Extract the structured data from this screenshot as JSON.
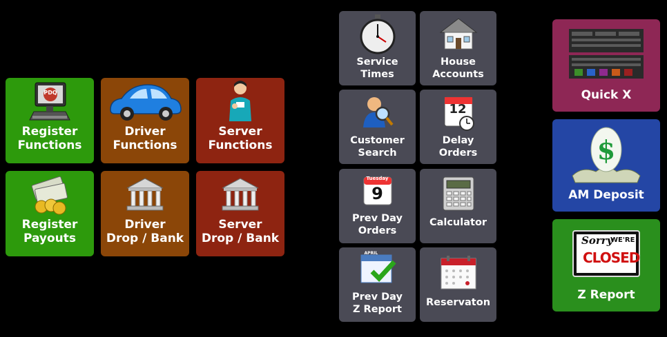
{
  "left_grid": {
    "register_functions": {
      "line1": "Register",
      "line2": "Functions"
    },
    "driver_functions": {
      "line1": "Driver",
      "line2": "Functions"
    },
    "server_functions": {
      "line1": "Server",
      "line2": "Functions"
    },
    "register_payouts": {
      "line1": "Register",
      "line2": "Payouts"
    },
    "driver_drop_bank": {
      "line1": "Driver",
      "line2": "Drop / Bank"
    },
    "server_drop_bank": {
      "line1": "Server",
      "line2": "Drop / Bank"
    },
    "pdq_logo_text": "PDQ"
  },
  "middle_grid": {
    "service_times": {
      "line1": "Service",
      "line2": "Times"
    },
    "house_accounts": {
      "line1": "House",
      "line2": "Accounts"
    },
    "customer_search": {
      "line1": "Customer",
      "line2": "Search"
    },
    "delay_orders": {
      "line1": "Delay",
      "line2": "Orders"
    },
    "prev_day_orders": {
      "line1": "Prev Day",
      "line2": "Orders"
    },
    "calculator": {
      "line1": "Calculator"
    },
    "prev_day_z_report": {
      "line1": "Prev Day",
      "line2": "Z Report"
    },
    "reservation": {
      "line1": "Reservaton"
    },
    "calendar_day_text": "Tuesday",
    "calendar_day_number": "9",
    "delay_calendar_number": "12",
    "april_text": "APRIL"
  },
  "right_column": {
    "quick_x": {
      "line1": "Quick X"
    },
    "am_deposit": {
      "line1": "AM Deposit"
    },
    "z_report": {
      "line1": "Z Report"
    },
    "closed_sign": {
      "sorry": "Sorry",
      "were": "WE'RE",
      "closed": "CLOSED"
    }
  },
  "colors": {
    "green": "#2d9a0c",
    "brown": "#8b4608",
    "red": "#8e2411",
    "gray": "#4a4a55",
    "purple": "#8e2755",
    "blue": "#2446a5",
    "dark_green": "#2a8f1d"
  }
}
